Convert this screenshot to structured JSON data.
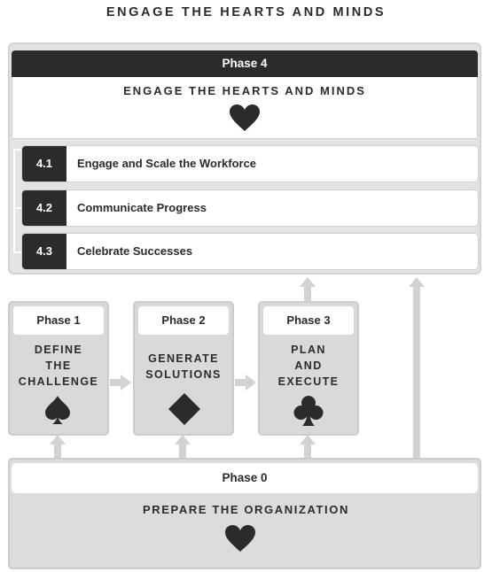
{
  "title": "ENGAGE THE HEARTS AND MINDS",
  "phase4": {
    "label": "Phase 4",
    "name": "ENGAGE THE HEARTS AND MINDS",
    "icon": "heart-icon",
    "steps": [
      {
        "num": "4.1",
        "label": "Engage and Scale the Workforce"
      },
      {
        "num": "4.2",
        "label": "Communicate Progress"
      },
      {
        "num": "4.3",
        "label": "Celebrate Successes"
      }
    ]
  },
  "phases": [
    {
      "label": "Phase 1",
      "name": "DEFINE\nTHE\nCHALLENGE",
      "icon": "spade-icon"
    },
    {
      "label": "Phase 2",
      "name": "GENERATE\nSOLUTIONS",
      "icon": "diamond-icon"
    },
    {
      "label": "Phase 3",
      "name": "PLAN\nAND\nEXECUTE",
      "icon": "club-icon"
    }
  ],
  "phase0": {
    "label": "Phase 0",
    "name": "PREPARE THE ORGANIZATION",
    "icon": "heart-icon"
  },
  "colors": {
    "dark": "#2b2b2b",
    "panel": "#e3e3e3",
    "box": "#d9d9d9",
    "arrow": "#d2d2d2"
  }
}
